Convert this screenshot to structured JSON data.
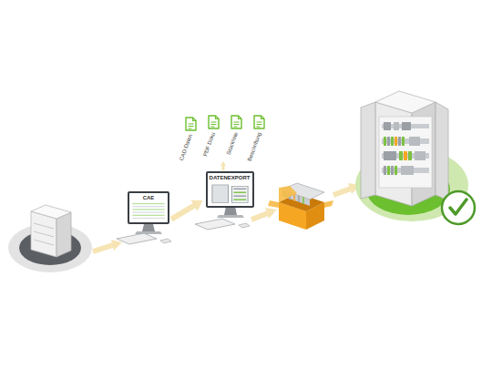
{
  "diagram": {
    "nodes": [
      {
        "text": [
          "CAE"
        ]
      },
      {
        "text": [
          "DATENEXPORT"
        ]
      },
      {
        "text": [
          "CAD-Daten"
        ]
      },
      {
        "text": [
          "PDF Doku"
        ]
      },
      {
        "text": [
          "Stückliste"
        ]
      },
      {
        "text": [
          "Beschriftung"
        ]
      }
    ],
    "edges": [
      {
        "from": 0,
        "to": 1,
        "arrow": "to"
      }
    ]
  }
}
